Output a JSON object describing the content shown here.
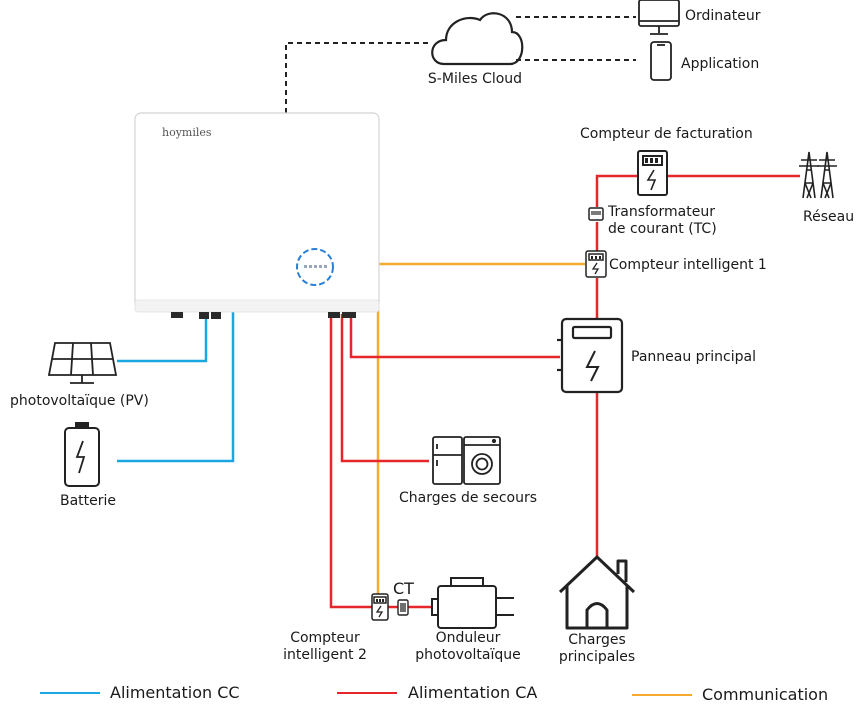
{
  "colors": {
    "dc": "#1aa7e0",
    "ac": "#e5262b",
    "comm": "#f6ab2f",
    "outline": "#222222"
  },
  "labels": {
    "cloud": "S-Miles Cloud",
    "computer": "Ordinateur",
    "app": "Application",
    "billing_meter": "Compteur de facturation",
    "grid": "Réseau",
    "ct_top": "Transformateur\nde courant (TC)",
    "smart_meter_1": "Compteur intelligent 1",
    "main_panel": "Panneau principal",
    "pv": "photovoltaïque (PV)",
    "battery": "Batterie",
    "backup_loads": "Charges de secours",
    "ct_bottom": "CT",
    "smart_meter_2": "Compteur\nintelligent 2",
    "pv_inverter": "Onduleur\nphotovoltaïque",
    "main_loads": "Charges\nprincipales",
    "brand": "hoymiles"
  },
  "legend": [
    {
      "key": "dc",
      "label": "Alimentation CC"
    },
    {
      "key": "ac",
      "label": "Alimentation CA"
    },
    {
      "key": "comm",
      "label": "Communication"
    }
  ],
  "icons": {
    "cloud": "cloud-icon",
    "computer": "monitor-icon",
    "app": "smartphone-icon",
    "billing_meter": "meter-icon",
    "grid": "pylon-icon",
    "ct": "current-transformer-icon",
    "smart_meter": "smart-meter-icon",
    "panel": "electrical-panel-icon",
    "pv": "solar-panel-icon",
    "battery": "battery-icon",
    "appliances": "fridge-washer-icon",
    "inverter": "microinverter-icon",
    "house": "house-icon",
    "hybrid_inverter": "hybrid-inverter-icon"
  }
}
